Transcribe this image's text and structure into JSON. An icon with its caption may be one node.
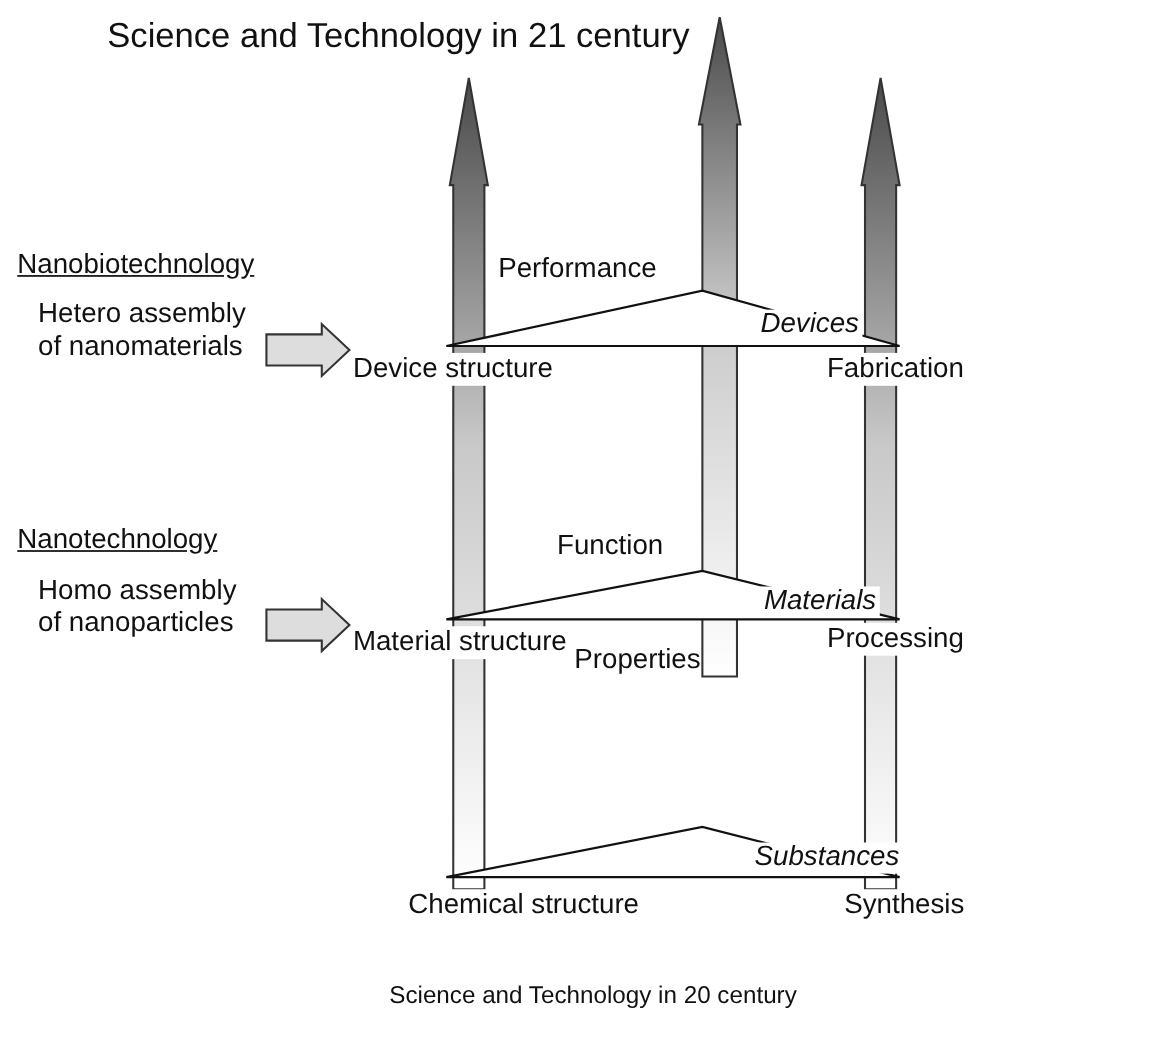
{
  "diagram": {
    "title": "Science and Technology in 21 century",
    "caption": "Science and Technology in 20 century",
    "nodes": [
      {
        "text": [
          "Performance"
        ]
      },
      {
        "text": [
          "Devices"
        ]
      },
      {
        "text": [
          "Hetero assembly of nanomaterials"
        ],
        "beside": [
          "Nanobiotechnology"
        ]
      },
      {
        "text": [
          "Device structure"
        ]
      },
      {
        "text": [
          "Fabrication"
        ]
      },
      {
        "text": [
          "Function"
        ]
      },
      {
        "text": [
          "Materials"
        ]
      },
      {
        "text": [
          "Homo assembly of nanoparticles"
        ],
        "beside": [
          "Nanotechnology"
        ]
      },
      {
        "text": [
          "Material structure"
        ]
      },
      {
        "text": [
          "Processing"
        ]
      },
      {
        "text": [
          "Properties"
        ]
      },
      {
        "text": [
          "Substances"
        ]
      },
      {
        "text": [
          "Chemical structure"
        ]
      },
      {
        "text": [
          "Synthesis"
        ]
      }
    ],
    "edges": [
      {
        "from": 2,
        "to": 3,
        "arrow": "to"
      },
      {
        "from": 7,
        "to": 8,
        "arrow": "to"
      },
      {
        "from": 12,
        "to": null,
        "arrow": "to"
      },
      {
        "from": 10,
        "to": null,
        "arrow": "to"
      },
      {
        "from": 13,
        "to": null,
        "arrow": "to"
      }
    ]
  }
}
